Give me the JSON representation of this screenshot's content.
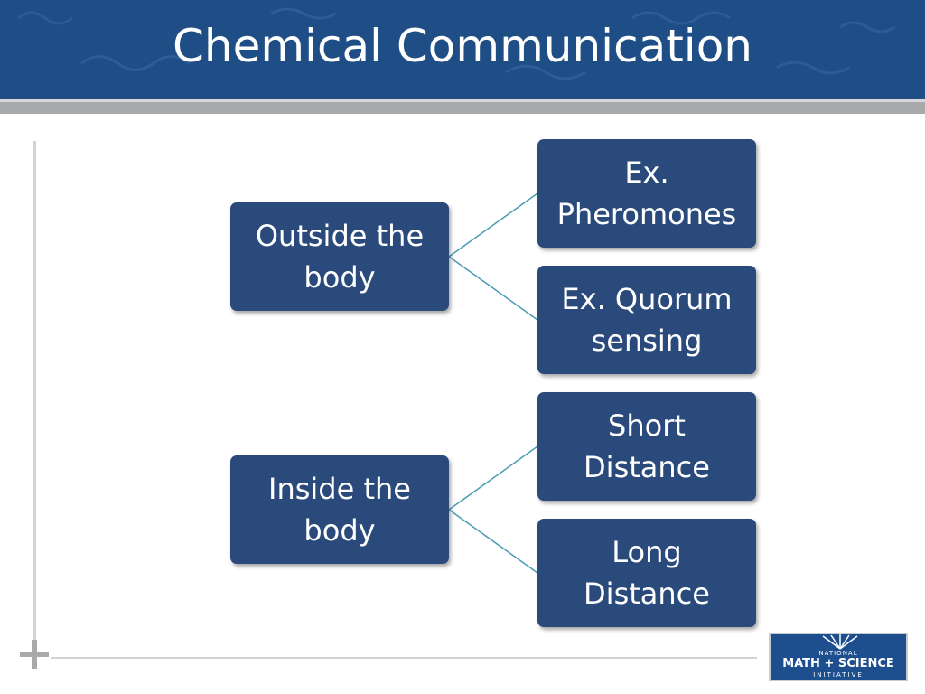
{
  "slide": {
    "title": "Chemical Communication"
  },
  "diagram": {
    "groups": [
      {
        "label": [
          "Outside the",
          "body"
        ],
        "children": [
          {
            "label": [
              "Ex.",
              "Pheromones"
            ]
          },
          {
            "label": [
              "Ex. Quorum",
              "sensing"
            ]
          }
        ]
      },
      {
        "label": [
          "Inside the",
          "body"
        ],
        "children": [
          {
            "label": [
              "Short",
              "Distance"
            ]
          },
          {
            "label": [
              "Long",
              "Distance"
            ]
          }
        ]
      }
    ]
  },
  "logo": {
    "top_line": "NATIONAL",
    "main_line": "MATH + SCIENCE",
    "bottom_line": "INITIATIVE"
  },
  "colors": {
    "header": "#1f4d85",
    "node_fill": "#2b4a7c",
    "connector": "#4a9bb5"
  }
}
